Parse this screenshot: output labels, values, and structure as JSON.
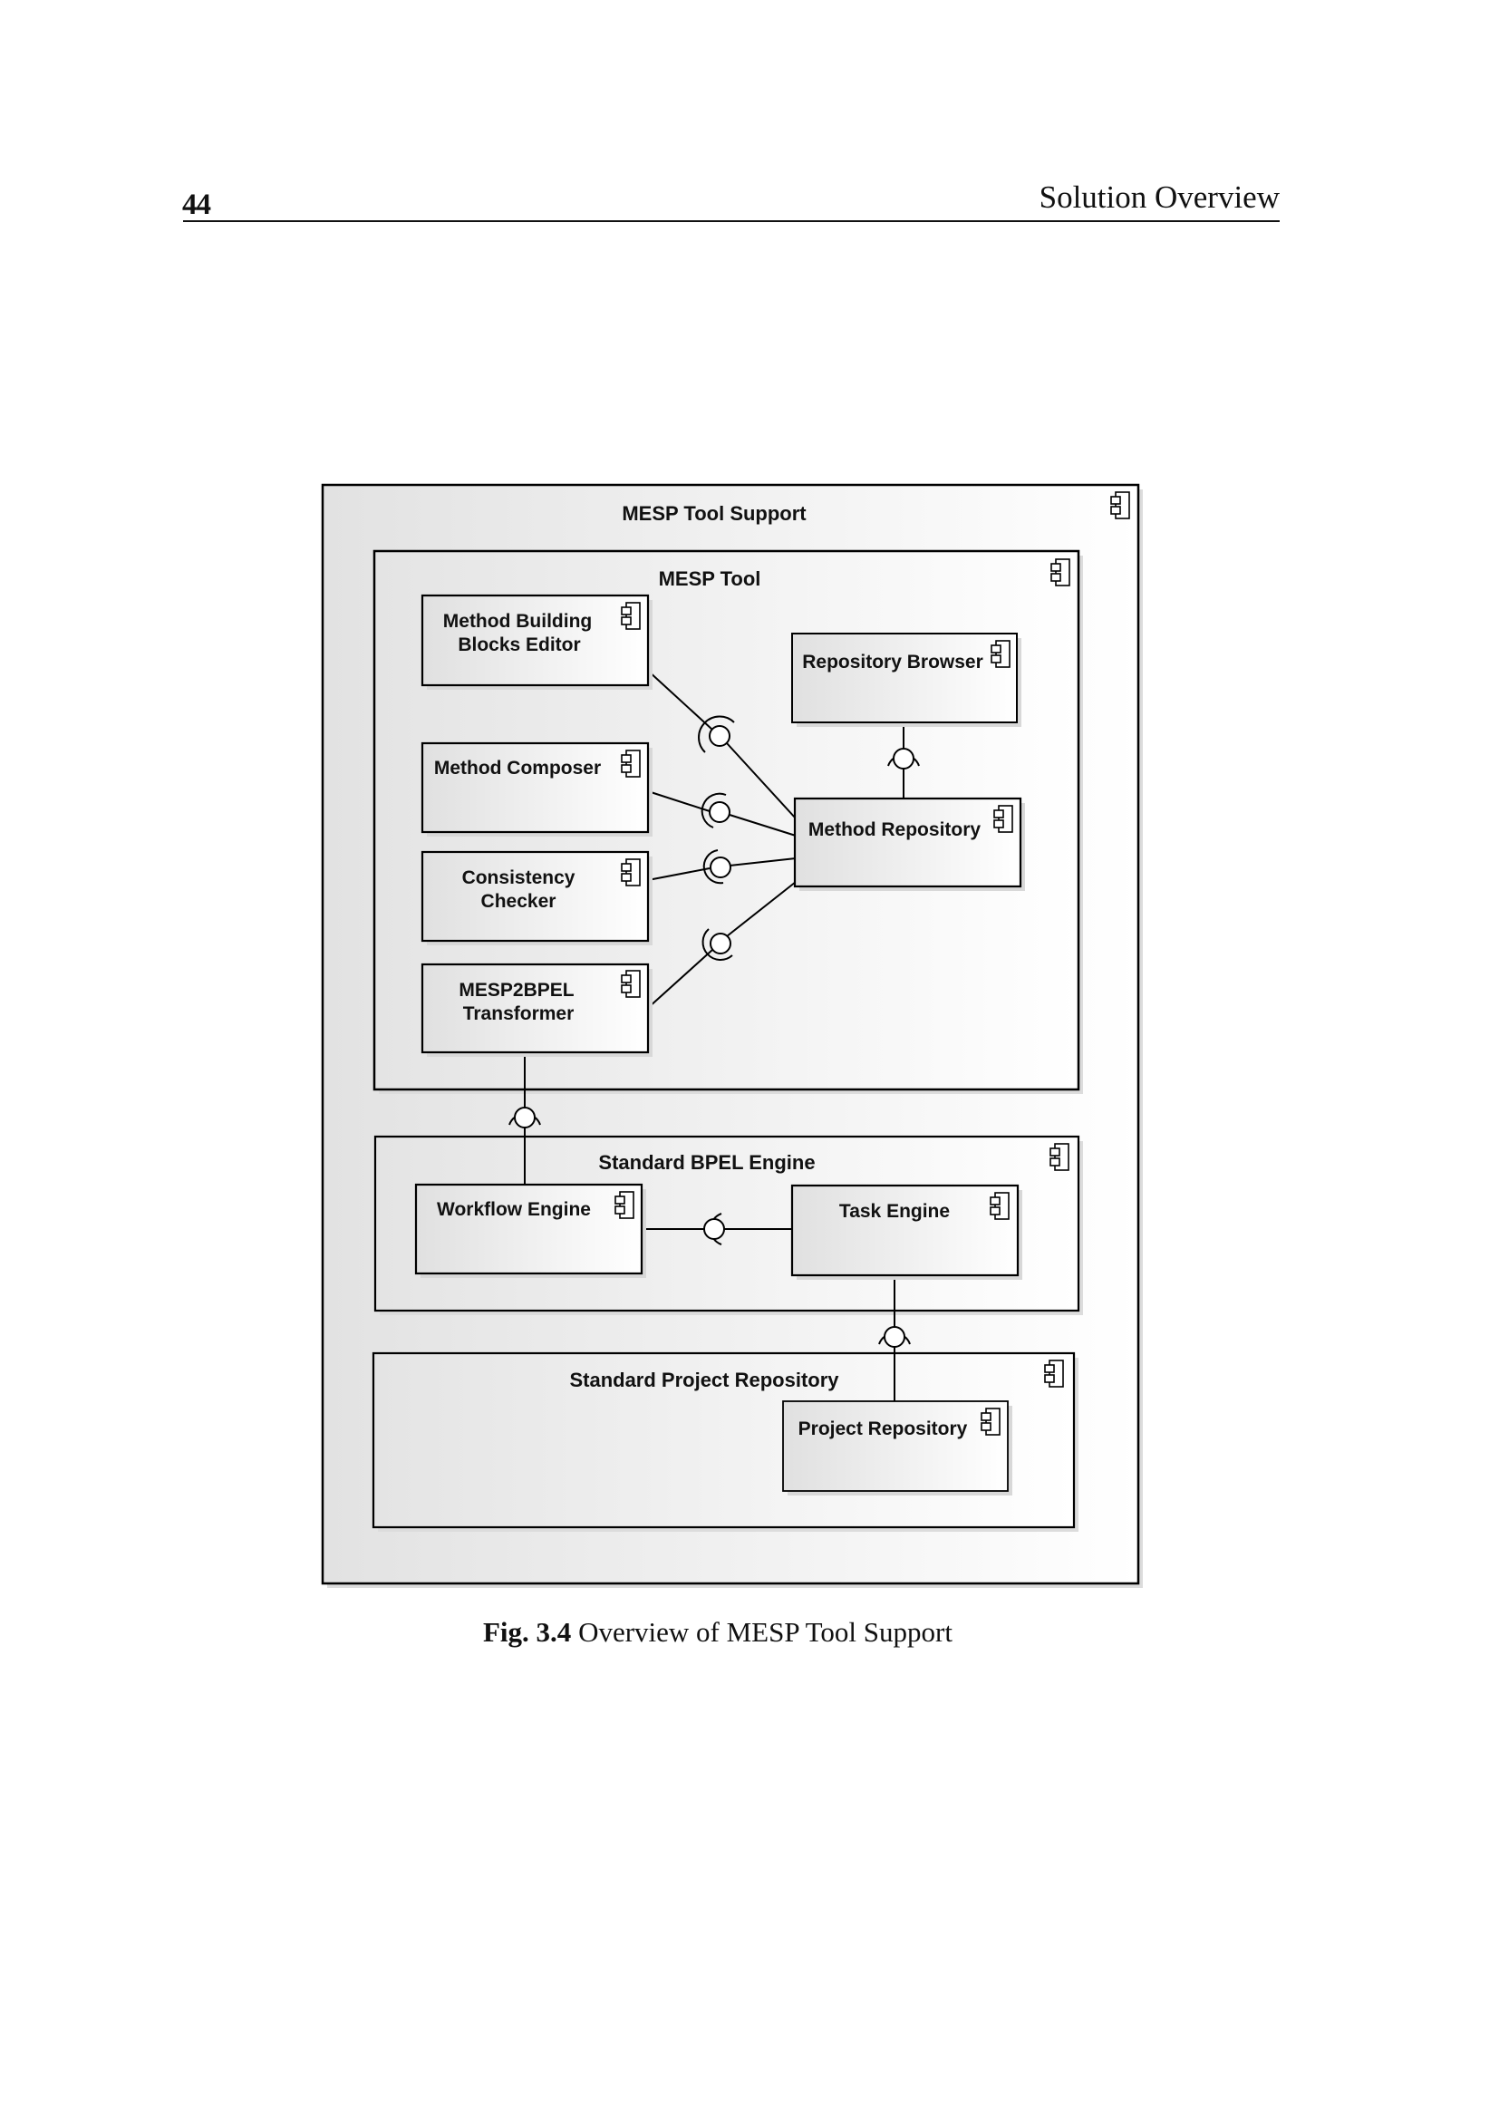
{
  "header": {
    "page_number": "44",
    "running_title": "Solution Overview"
  },
  "diagram": {
    "type": "UML component diagram",
    "container": {
      "id": "mesp-tool-support",
      "label": "MESP Tool Support",
      "icon": "component-icon"
    },
    "subsystems": [
      {
        "id": "mesp-tool",
        "label": "MESP Tool",
        "icon": "component-icon",
        "components": [
          {
            "id": "method-building-blocks-editor",
            "label_lines": [
              "Method Building",
              "Blocks Editor"
            ],
            "icon": "component-icon"
          },
          {
            "id": "method-composer",
            "label_lines": [
              "Method Composer"
            ],
            "icon": "component-icon"
          },
          {
            "id": "consistency-checker",
            "label_lines": [
              "Consistency",
              "Checker"
            ],
            "icon": "component-icon"
          },
          {
            "id": "mesp2bpel-transformer",
            "label_lines": [
              "MESP2BPEL",
              "Transformer"
            ],
            "icon": "component-icon"
          },
          {
            "id": "repository-browser",
            "label_lines": [
              "Repository Browser"
            ],
            "icon": "component-icon"
          },
          {
            "id": "method-repository",
            "label_lines": [
              "Method Repository"
            ],
            "icon": "component-icon"
          }
        ]
      },
      {
        "id": "standard-bpel-engine",
        "label": "Standard BPEL Engine",
        "icon": "component-icon",
        "components": [
          {
            "id": "workflow-engine",
            "label_lines": [
              "Workflow Engine"
            ],
            "icon": "component-icon"
          },
          {
            "id": "task-engine",
            "label_lines": [
              "Task Engine"
            ],
            "icon": "component-icon"
          }
        ]
      },
      {
        "id": "standard-project-repository",
        "label": "Standard Project Repository",
        "icon": "component-icon",
        "components": [
          {
            "id": "project-repository",
            "label_lines": [
              "Project Repository"
            ],
            "icon": "component-icon"
          }
        ]
      }
    ],
    "connections": [
      {
        "consumer": "Method Building Blocks Editor",
        "provider": "Method Repository",
        "kind": "ball-and-socket"
      },
      {
        "consumer": "Method Composer",
        "provider": "Method Repository",
        "kind": "ball-and-socket"
      },
      {
        "consumer": "Consistency Checker",
        "provider": "Method Repository",
        "kind": "ball-and-socket"
      },
      {
        "consumer": "MESP2BPEL Transformer",
        "provider": "Method Repository",
        "kind": "ball-and-socket"
      },
      {
        "consumer": "Repository Browser",
        "provider": "Method Repository",
        "kind": "ball-and-socket"
      },
      {
        "consumer": "MESP2BPEL Transformer",
        "provider": "Workflow Engine",
        "kind": "ball-and-socket"
      },
      {
        "consumer": "Workflow Engine",
        "provider": "Task Engine",
        "kind": "ball-and-socket"
      },
      {
        "consumer": "Task Engine",
        "provider": "Project Repository",
        "kind": "ball-and-socket"
      }
    ]
  },
  "caption": {
    "label": "Fig. 3.4",
    "text": "Overview of MESP Tool Support"
  }
}
